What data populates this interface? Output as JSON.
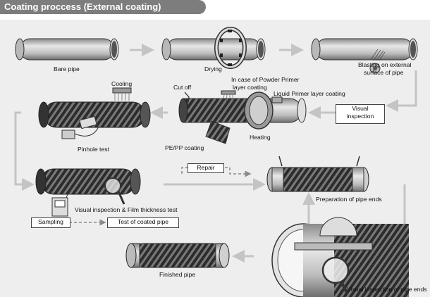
{
  "header": {
    "title": "Coating proccess (External coating)"
  },
  "steps": {
    "bare_pipe": "Bare pipe",
    "drying": "Drying",
    "blasting_line1": "Blasting on external",
    "blasting_line2": "surface of pipe",
    "visual_inspection_line1": "Visual",
    "visual_inspection_line2": "inspection",
    "liquid_primer": "Liquid Primer layer coating",
    "powder_primer_line1": "In case of Powder Primer",
    "powder_primer_line2": "layer coating",
    "cut_off": "Cut off",
    "heating": "Heating",
    "pe_pp_coating": "PE/PP coating",
    "cooling": "Cooling",
    "pinhole_test": "Pinhole test",
    "repair": "Repair",
    "preparation_of_pipe_ends": "Preparation of pipe ends",
    "visual_inspection_film": "Visual inspection & Film thickness test",
    "sampling": "Sampling",
    "test_of_coated_pipe": "Test of coated pipe",
    "finished_pipe": "Finished pipe",
    "visual_inspection_pipe_ends": "Visual inspection of pipe ends"
  },
  "colors": {
    "header_bg": "#7d7d7d",
    "panel_bg": "#eeeeee",
    "arrow": "#c4c4c4",
    "pipe_dark": "#3a3a3a",
    "pipe_light": "#d9d9d9"
  }
}
